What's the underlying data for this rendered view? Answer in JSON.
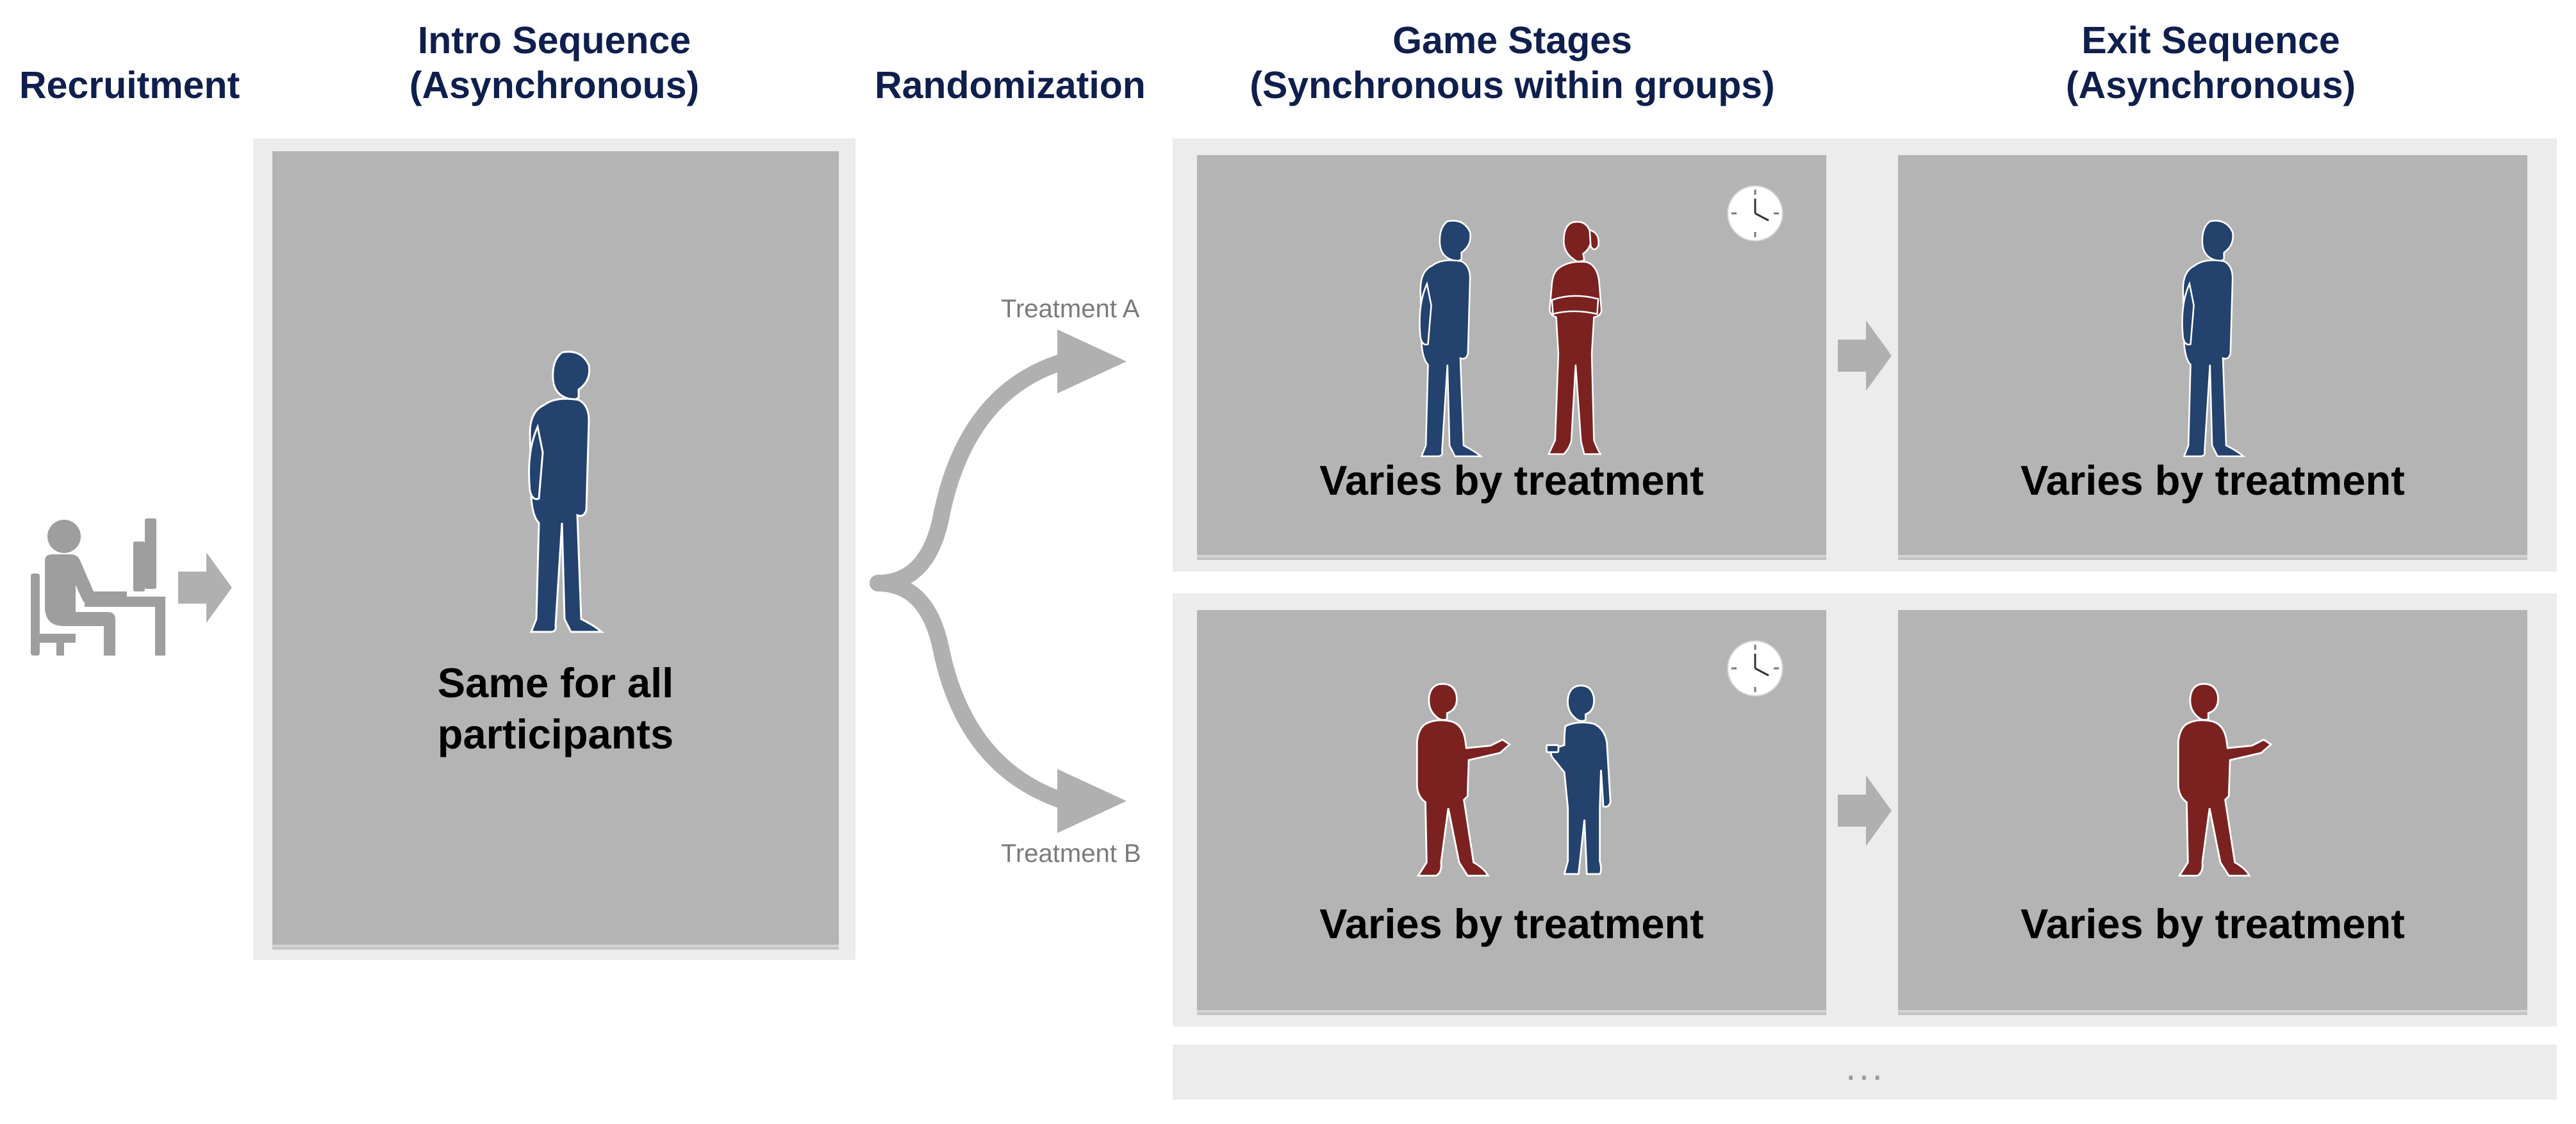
{
  "headers": {
    "recruitment": "Recruitment",
    "intro_line1": "Intro Sequence",
    "intro_line2": "(Asynchronous)",
    "randomization": "Randomization",
    "game_line1": "Game Stages",
    "game_line2": "(Synchronous within groups)",
    "exit_line1": "Exit Sequence",
    "exit_line2": "(Asynchronous)"
  },
  "intro": {
    "caption_line1": "Same for all",
    "caption_line2": "participants"
  },
  "treatments": {
    "a_label": "Treatment A",
    "b_label": "Treatment B"
  },
  "game": {
    "a_caption": "Varies by treatment",
    "b_caption": "Varies by treatment"
  },
  "exit": {
    "a_caption": "Varies by treatment",
    "b_caption": "Varies by treatment"
  },
  "more_indicator": "...",
  "colors": {
    "header_navy": "#0f1f4d",
    "figure_blue": "#23426d",
    "figure_red": "#7b2220",
    "panel_gray": "#b4b4b4",
    "outer_gray": "#ececec",
    "arrow_gray": "#b0b0b0",
    "icon_gray": "#9e9e9e"
  },
  "icons": {
    "recruit": "person-at-computer-icon",
    "timer": "clock-icon",
    "arrow": "right-arrow-icon"
  }
}
